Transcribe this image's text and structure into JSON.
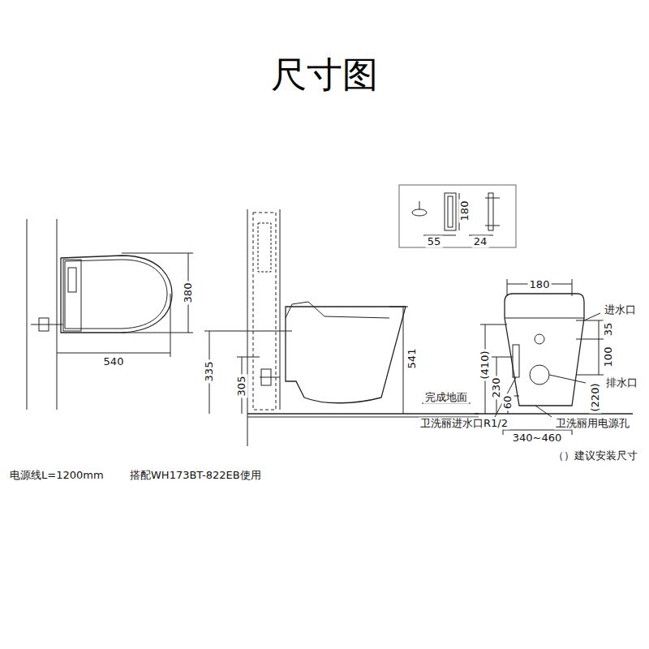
{
  "diagram": {
    "title": "尺寸图",
    "labels": [
      "380",
      "540",
      "335",
      "305",
      "541",
      "完成地面",
      "180",
      "55",
      "24",
      "180",
      "进水口",
      "35",
      "100",
      "(410)",
      "230",
      "60",
      "排水口",
      "(220)",
      "卫洗丽进水口R1/2",
      "卫洗丽用电源孔",
      "340~460",
      "（）建议安装尺寸",
      "电源线L=1200mm",
      "搭配WH173BT-822EB使用"
    ]
  }
}
